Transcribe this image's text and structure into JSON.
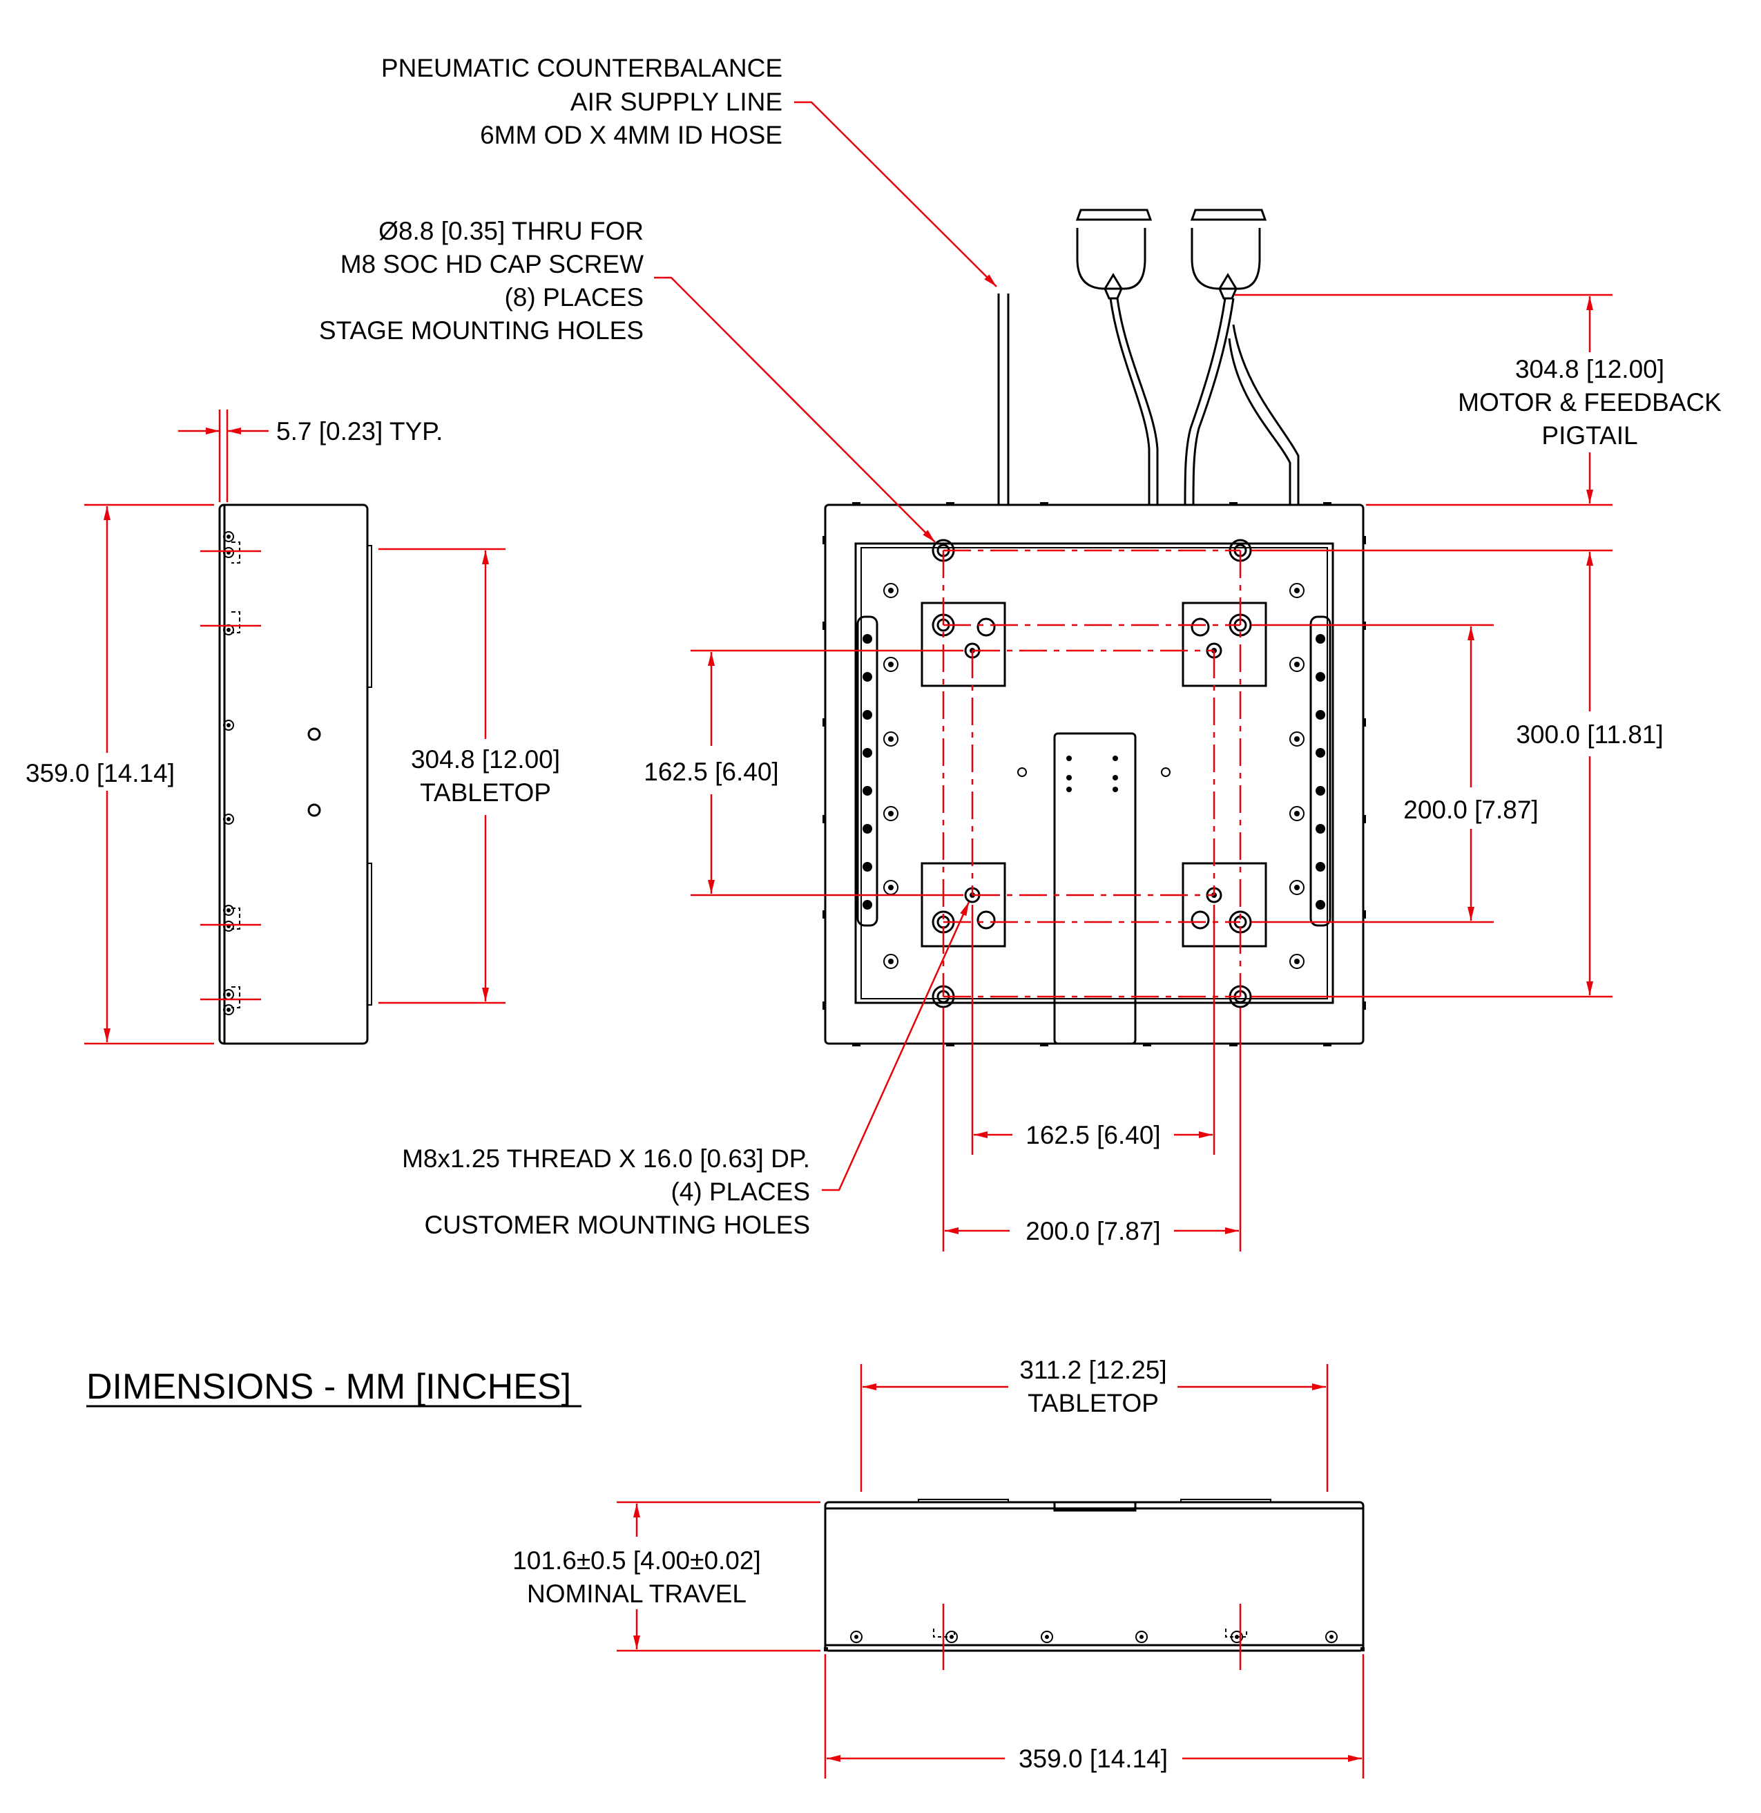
{
  "title": "DIMENSIONS - MM [INCHES]",
  "colors": {
    "dimension": "#e8000b",
    "object": "#000000",
    "background": "#ffffff"
  },
  "callouts": {
    "air_line": [
      "PNEUMATIC COUNTERBALANCE",
      "AIR SUPPLY LINE",
      "6MM OD X 4MM ID HOSE"
    ],
    "stage_holes": [
      "Ø8.8 [0.35] THRU FOR",
      "M8 SOC HD CAP SCREW",
      "(8) PLACES",
      "STAGE MOUNTING HOLES"
    ],
    "customer_holes": [
      "M8x1.25 THREAD X 16.0 [0.63] DP.",
      "(4) PLACES",
      "CUSTOMER MOUNTING HOLES"
    ]
  },
  "dims": {
    "pigtail": [
      "304.8 [12.00]",
      "MOTOR & FEEDBACK",
      "PIGTAIL"
    ],
    "wall_typ": "5.7 [0.23] TYP.",
    "side_height": "359.0 [14.14]",
    "side_tabletop": [
      "304.8 [12.00]",
      "TABLETOP"
    ],
    "customer_vertical": "162.5 [6.40]",
    "stage_vertical": "300.0 [11.81]",
    "customer_vertical_right": "200.0 [7.87]",
    "customer_horizontal": "162.5 [6.40]",
    "stage_horizontal": "200.0 [7.87]",
    "front_tabletop": [
      "311.2 [12.25]",
      "TABLETOP"
    ],
    "travel": [
      "101.6±0.5 [4.00±0.02]",
      "NOMINAL TRAVEL"
    ],
    "front_width": "359.0 [14.14]"
  }
}
